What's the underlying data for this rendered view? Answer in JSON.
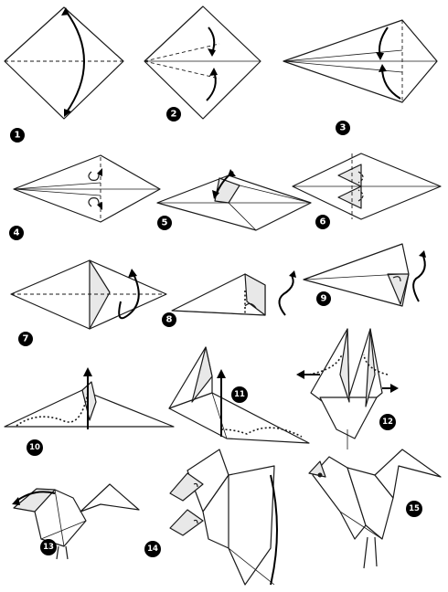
{
  "diagram": {
    "steps": [
      {
        "number": "1"
      },
      {
        "number": "2"
      },
      {
        "number": "3"
      },
      {
        "number": "4"
      },
      {
        "number": "5"
      },
      {
        "number": "6"
      },
      {
        "number": "7"
      },
      {
        "number": "8"
      },
      {
        "number": "9"
      },
      {
        "number": "10"
      },
      {
        "number": "11"
      },
      {
        "number": "12"
      },
      {
        "number": "13"
      },
      {
        "number": "14"
      },
      {
        "number": "15"
      }
    ]
  }
}
